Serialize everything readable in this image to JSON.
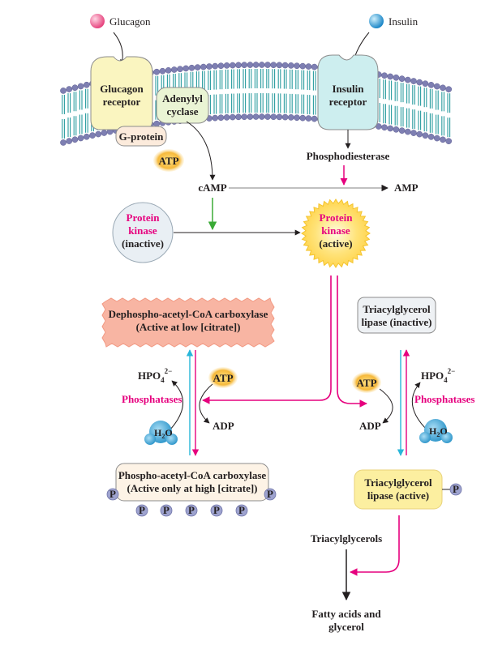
{
  "labels": {
    "glucagon": "Glucagon",
    "insulin": "Insulin",
    "glucagon_receptor": [
      "Glucagon",
      "receptor"
    ],
    "adenylyl_cyclase": [
      "Adenylyl",
      "cyclase"
    ],
    "g_protein": "G-protein",
    "insulin_receptor": [
      "Insulin",
      "receptor"
    ],
    "phosphodiesterase": "Phosphodiesterase",
    "atp": "ATP",
    "camp": "cAMP",
    "amp": "AMP",
    "pk_inactive": [
      "Protein",
      "kinase",
      "(inactive)"
    ],
    "pk_active": [
      "Protein",
      "kinase",
      "(active)"
    ],
    "dephospho_acc": [
      "Dephospho-acetyl-CoA carboxylase",
      "(Active at low [citrate])"
    ],
    "tag_lipase_inactive": [
      "Triacylglycerol",
      "lipase (inactive)"
    ],
    "hpo4": "HPO",
    "hpo4_sub": "4",
    "hpo4_sup": "2−",
    "phosphatases": "Phosphatases",
    "adp": "ADP",
    "h2o": "H",
    "h2o_sub": "2",
    "h2o_o": "O",
    "phospho_acc": [
      "Phospho-acetyl-CoA carboxylase",
      "(Active only at high [citrate])"
    ],
    "tag_lipase_active": [
      "Triacylglycerol",
      "lipase (active)"
    ],
    "p": "P",
    "triacylglycerols": "Triacylglycerols",
    "fatty_acids": [
      "Fatty acids and",
      "glycerol"
    ]
  },
  "colors": {
    "pink_accent": "#e6007e",
    "green_arrow": "#3aaa35",
    "cyan_arrow": "#29b6d9",
    "membrane_head": "#7e7fb2",
    "membrane_tail": "#2a9c9f",
    "glucagon_ball": "#f27aa0",
    "insulin_ball": "#39a9dc",
    "receptor_yellow": "#faf5c0",
    "receptor_cyan": "#cdeeef",
    "atp_glow": "#f6b93b",
    "pk_active_glow": "#ffe37a",
    "dephospho_box": "#f8b5a3",
    "lipase_active_box": "#fcefa0",
    "p_badge": "#9ea3cf"
  }
}
